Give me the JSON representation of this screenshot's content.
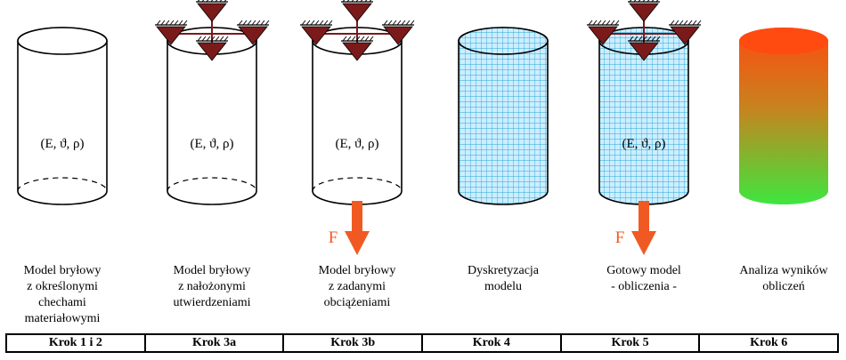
{
  "panels": [
    {
      "material": "(E, ϑ, ρ)",
      "description": "Model bryłowy\nz określonymi\nchechami\nmateriałowymi",
      "step": "Krok 1 i 2",
      "supports": false,
      "load": false,
      "mesh": false,
      "result": false
    },
    {
      "material": "(E, ϑ, ρ)",
      "description": "Model bryłowy\nz nałożonymi\nutwierdzeniami",
      "step": "Krok 3a",
      "supports": true,
      "load": false,
      "mesh": false,
      "result": false
    },
    {
      "material": "(E, ϑ, ρ)",
      "description": "Model bryłowy\nz zadanymi\nobciążeniami",
      "step": "Krok 3b",
      "supports": true,
      "load": true,
      "mesh": false,
      "result": false
    },
    {
      "material": "",
      "description": "Dyskretyzacja\nmodelu",
      "step": "Krok 4",
      "supports": false,
      "load": false,
      "mesh": true,
      "result": false
    },
    {
      "material": "(E, ϑ, ρ)",
      "description": "Gotowy model\n- obliczenia -",
      "step": "Krok 5",
      "supports": true,
      "load": true,
      "mesh": true,
      "result": false
    },
    {
      "material": "",
      "description": "Analiza wyników\nobliczeń",
      "step": "Krok 6",
      "supports": false,
      "load": false,
      "mesh": false,
      "result": true
    }
  ],
  "force_label": "F",
  "colors": {
    "support": "#7a1a1a",
    "force": "#f05a22",
    "mesh_fill": "#cceeff",
    "mesh_line": "#2aa6d8",
    "result_top": "#ff4a10",
    "result_bottom": "#3ee63e"
  }
}
